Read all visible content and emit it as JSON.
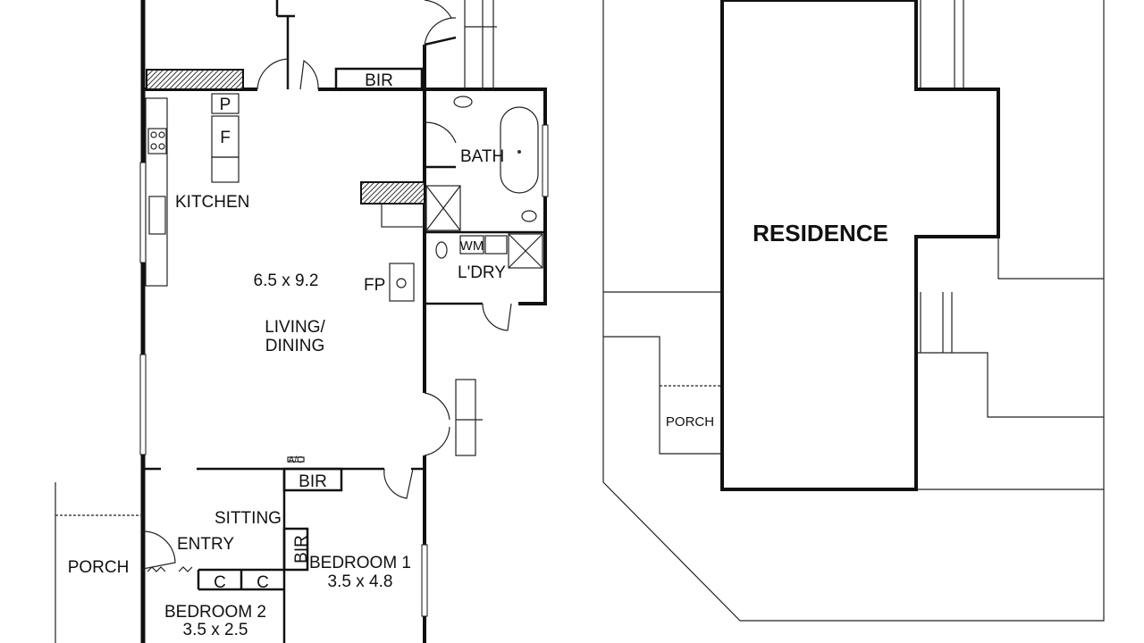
{
  "plan": {
    "rooms": {
      "bir_top": "BIR",
      "pantry": "P",
      "fridge": "F",
      "kitchen": "KITCHEN",
      "bath": "BATH",
      "wm": "WM",
      "laundry": "L'DRY",
      "fireplace": "FP",
      "living_size": "6.5 x 9.2",
      "living_line1": "LIVING/",
      "living_line2": "DINING",
      "ac": "A/C",
      "bir_bed1_top": "BIR",
      "bir_bed1_side": "BIR",
      "sitting": "SITTING",
      "entry": "ENTRY",
      "porch_left": "PORCH",
      "closet1": "C",
      "closet2": "C",
      "bedroom1": "BEDROOM 1",
      "bedroom1_size": "3.5 x 4.8",
      "bedroom2": "BEDROOM 2",
      "bedroom2_size": "3.5 x 2.5"
    },
    "site": {
      "residence": "RESIDENCE",
      "porch_right": "PORCH"
    }
  }
}
